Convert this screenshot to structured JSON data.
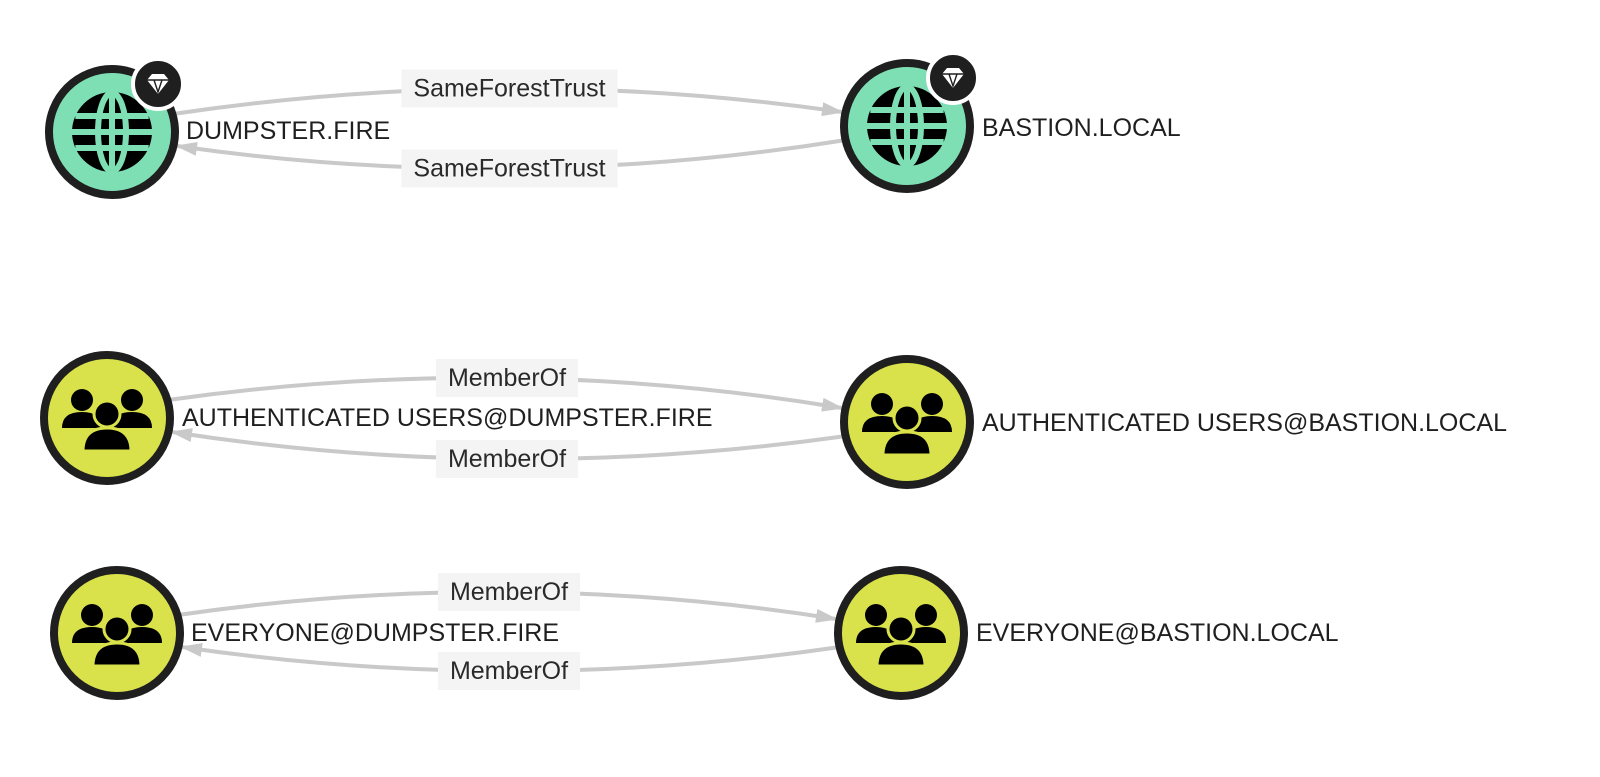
{
  "colors": {
    "domain_fill": "#7fdfb4",
    "group_fill": "#d9e24a",
    "node_stroke": "#1f1f1f",
    "icon": "#000000",
    "edge": "#c9c9c9",
    "edge_label_bg": "#f4f4f4"
  },
  "nodes": [
    {
      "id": "dumpster_fire",
      "label": "DUMPSTER.FIRE",
      "kind": "domain",
      "icon": "globe-icon",
      "badge": "gem-badge-icon"
    },
    {
      "id": "bastion_local",
      "label": "BASTION.LOCAL",
      "kind": "domain",
      "icon": "globe-icon",
      "badge": "gem-badge-icon"
    },
    {
      "id": "auth_users_dumpster",
      "label": "AUTHENTICATED USERS@DUMPSTER.FIRE",
      "kind": "group",
      "icon": "group-icon"
    },
    {
      "id": "auth_users_bastion",
      "label": "AUTHENTICATED USERS@BASTION.LOCAL",
      "kind": "group",
      "icon": "group-icon"
    },
    {
      "id": "everyone_dumpster",
      "label": "EVERYONE@DUMPSTER.FIRE",
      "kind": "group",
      "icon": "group-icon"
    },
    {
      "id": "everyone_bastion",
      "label": "EVERYONE@BASTION.LOCAL",
      "kind": "group",
      "icon": "group-icon"
    }
  ],
  "edges": [
    {
      "from": "dumpster_fire",
      "to": "bastion_local",
      "label": "SameForestTrust"
    },
    {
      "from": "bastion_local",
      "to": "dumpster_fire",
      "label": "SameForestTrust"
    },
    {
      "from": "auth_users_dumpster",
      "to": "auth_users_bastion",
      "label": "MemberOf"
    },
    {
      "from": "auth_users_bastion",
      "to": "auth_users_dumpster",
      "label": "MemberOf"
    },
    {
      "from": "everyone_dumpster",
      "to": "everyone_bastion",
      "label": "MemberOf"
    },
    {
      "from": "everyone_bastion",
      "to": "everyone_dumpster",
      "label": "MemberOf"
    }
  ]
}
